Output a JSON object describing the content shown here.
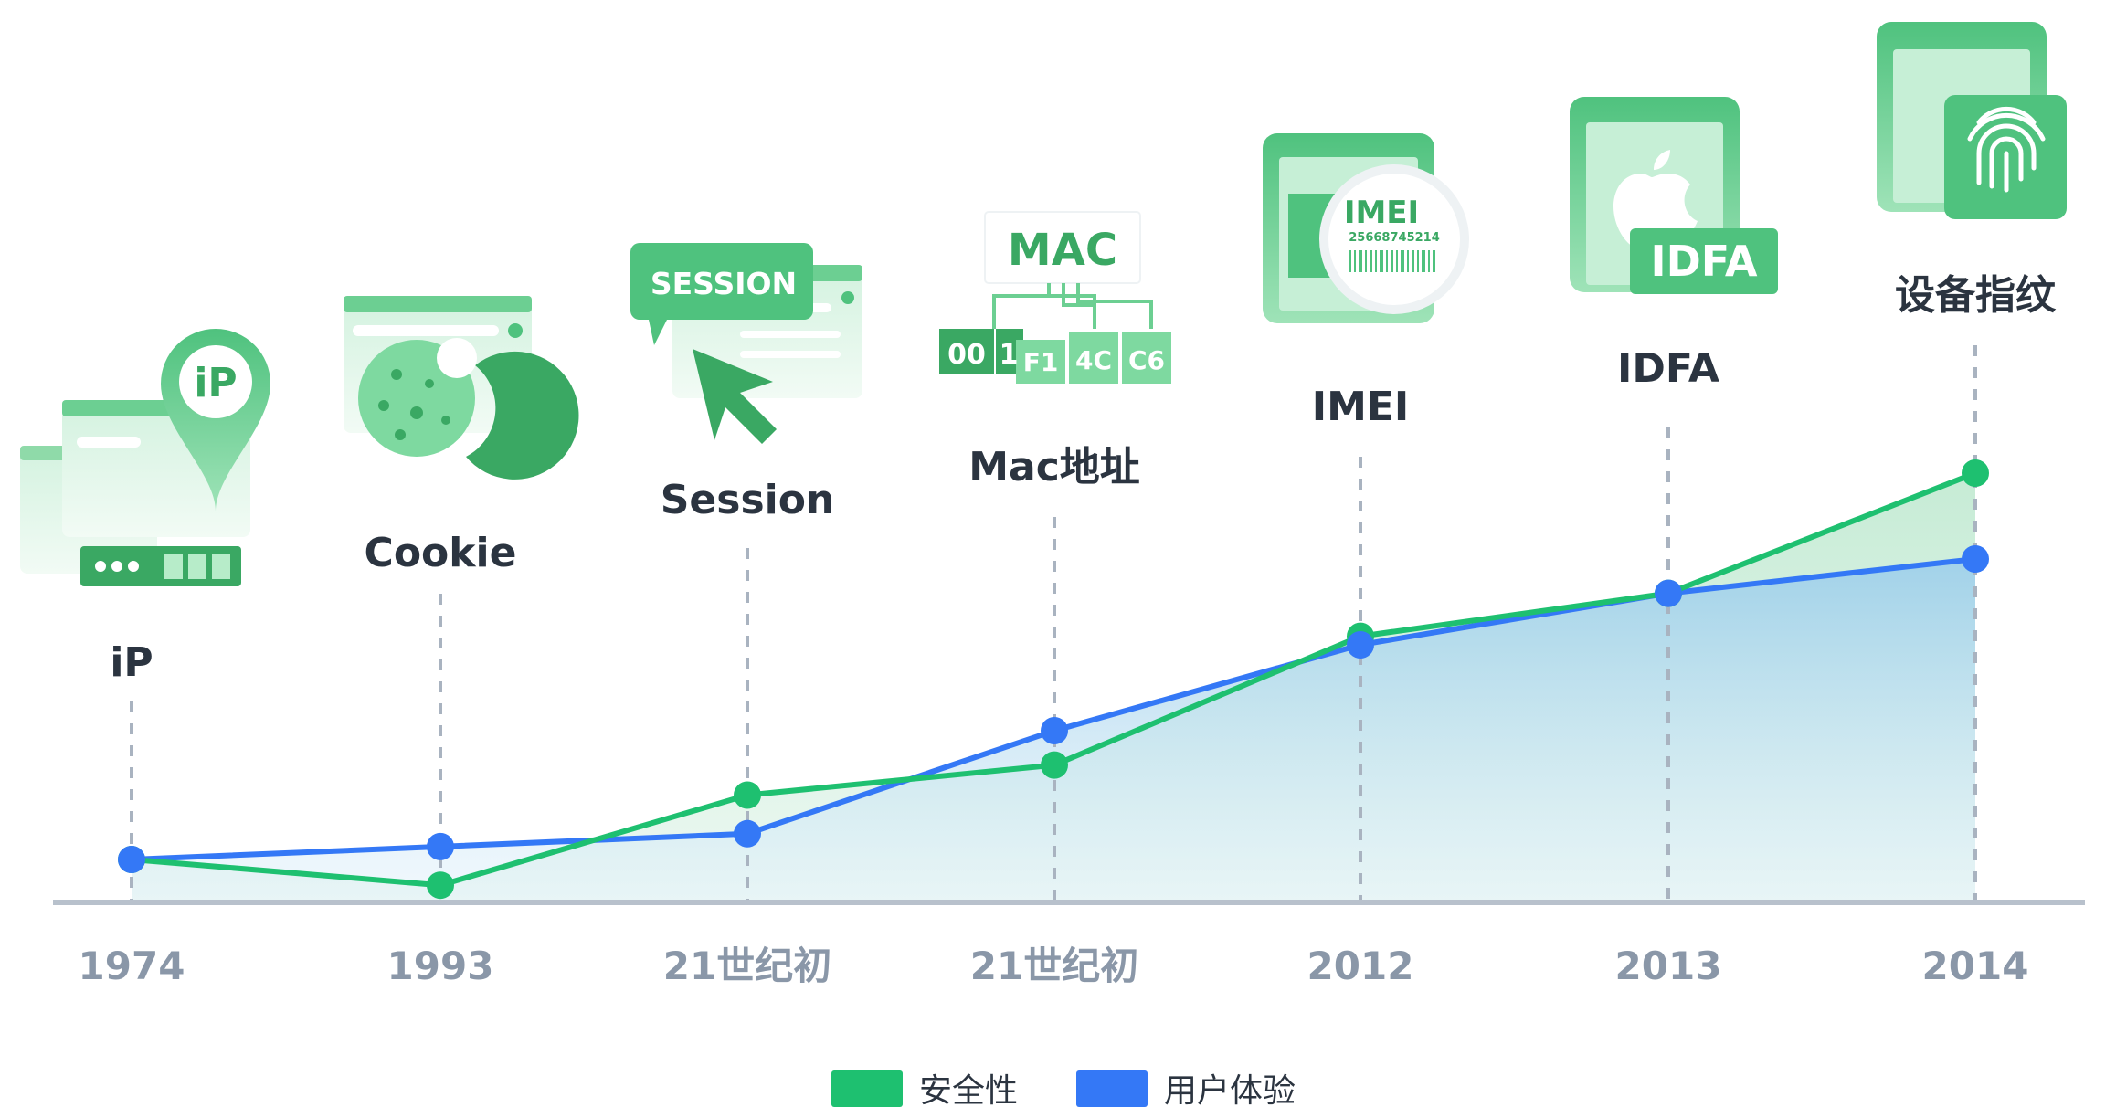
{
  "chart_data": {
    "type": "line",
    "categories": [
      "1974",
      "1993",
      "21世纪初",
      "21世纪初",
      "2012",
      "2013",
      "2014"
    ],
    "technologies": [
      "iP",
      "Cookie",
      "Session",
      "Mac地址",
      "IMEI",
      "IDFA",
      "设备指纹"
    ],
    "series": [
      {
        "name": "安全性",
        "color": "#1ec070",
        "values": [
          1.0,
          0.4,
          2.5,
          3.2,
          6.2,
          7.2,
          10.0
        ]
      },
      {
        "name": "用户体验",
        "color": "#3478f6",
        "values": [
          1.0,
          1.3,
          1.6,
          4.0,
          6.0,
          7.2,
          8.0
        ]
      }
    ],
    "ylim": [
      0,
      10.5
    ]
  },
  "icons": {
    "ip": {
      "name": "ip-location-browser-icon",
      "text": "iP"
    },
    "cookie": {
      "name": "cookie-browser-icon"
    },
    "session": {
      "name": "session-cursor-icon",
      "text": "SESSION"
    },
    "mac": {
      "name": "mac-address-icon",
      "text": "MAC",
      "cells": [
        "00",
        "1",
        "F1",
        "4C",
        "C6"
      ]
    },
    "imei": {
      "name": "imei-phone-icon",
      "text": "IMEI",
      "number": "25668745214"
    },
    "idfa": {
      "name": "idfa-apple-phone-icon",
      "text": "IDFA"
    },
    "fingerprint": {
      "name": "fingerprint-device-icon"
    }
  },
  "colors": {
    "axis": "#b8c1cc",
    "guide": "#a9b3c0",
    "green_dark": "#3aa863",
    "green_light": "#7ed9a0"
  }
}
